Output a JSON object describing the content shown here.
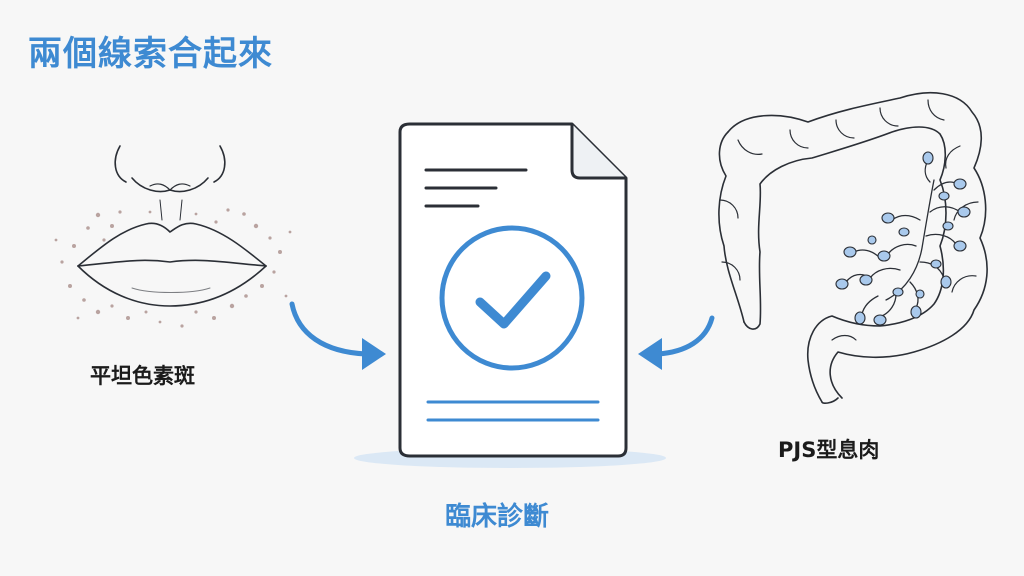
{
  "title": "兩個線索合起來",
  "left_clue": {
    "label": "平坦色素斑",
    "icon": "lips-pigmentation-icon"
  },
  "right_clue": {
    "label": "PJS型息肉",
    "icon": "colon-polyp-icon"
  },
  "result": {
    "label": "臨床診斷",
    "icon": "document-check-icon"
  },
  "colors": {
    "accent": "#3e8ad2",
    "outline": "#2b2f36",
    "pigment": "#b9a3a0",
    "polyp_fill": "#a9c9ec"
  }
}
